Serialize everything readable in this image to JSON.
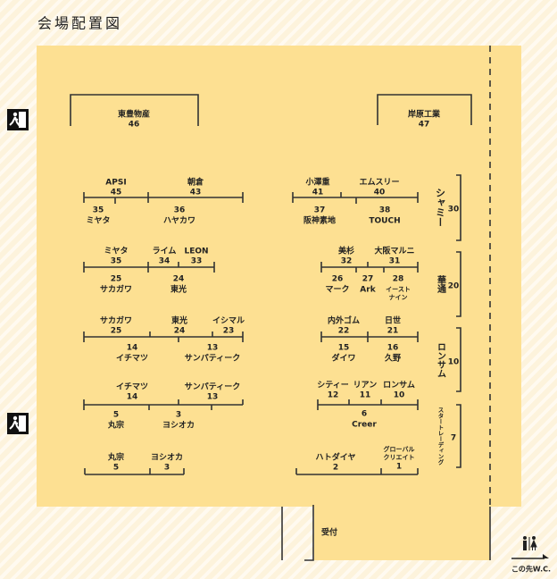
{
  "title": "会場配置図",
  "colors": {
    "hall": "#fde092",
    "line": "#333333",
    "background": "#fdf6e3"
  },
  "exits": [
    {
      "icon": "emergency-exit-icon"
    },
    {
      "icon": "emergency-exit-icon"
    }
  ],
  "booths": [
    {
      "name": "東豊物産",
      "num": "46"
    },
    {
      "name": "岸原工業",
      "num": "47"
    },
    {
      "name": "APSI",
      "num": "45"
    },
    {
      "name": "朝倉",
      "num": "43"
    },
    {
      "name": "ミヤタ",
      "num": "35"
    },
    {
      "name": "ハヤカワ",
      "num": "36"
    },
    {
      "name": "小澤重",
      "num": "41"
    },
    {
      "name": "エムスリー",
      "num": "40"
    },
    {
      "name": "阪神素地",
      "num": "37"
    },
    {
      "name": "TOUCH",
      "num": "38"
    },
    {
      "name": "ミヤタ",
      "num": "35"
    },
    {
      "name": "ライム",
      "num": "34"
    },
    {
      "name": "LEON",
      "num": "33"
    },
    {
      "name": "サカガワ",
      "num": "25"
    },
    {
      "name": "東光",
      "num": "24"
    },
    {
      "name": "美杉",
      "num": "32"
    },
    {
      "name": "大阪マルニ",
      "num": "31"
    },
    {
      "name": "マーク",
      "num": "26"
    },
    {
      "name": "Ark",
      "num": "27"
    },
    {
      "name": "イースト\nナイン",
      "num": "28"
    },
    {
      "name": "サカガワ",
      "num": "25"
    },
    {
      "name": "東光",
      "num": "24"
    },
    {
      "name": "イシマル",
      "num": "23"
    },
    {
      "name": "イチマツ",
      "num": "14"
    },
    {
      "name": "サンパティーク",
      "num": "13"
    },
    {
      "name": "内外ゴム",
      "num": "22"
    },
    {
      "name": "日世",
      "num": "21"
    },
    {
      "name": "ダイワ",
      "num": "15"
    },
    {
      "name": "久野",
      "num": "16"
    },
    {
      "name": "イチマツ",
      "num": "14"
    },
    {
      "name": "サンパティーク",
      "num": "13"
    },
    {
      "name": "丸宗",
      "num": "5"
    },
    {
      "name": "ヨシオカ",
      "num": "3"
    },
    {
      "name": "シティー",
      "num": "12"
    },
    {
      "name": "リアン",
      "num": "11"
    },
    {
      "name": "ロンサム",
      "num": "10"
    },
    {
      "name": "Creer",
      "num": "6"
    },
    {
      "name": "丸宗",
      "num": "5"
    },
    {
      "name": "ヨシオカ",
      "num": "3"
    },
    {
      "name": "ハトダイヤ",
      "num": "2"
    },
    {
      "name": "グローバル\nクリエイト",
      "num": "1"
    }
  ],
  "side_booths": [
    {
      "name": "シャミー",
      "num": "30"
    },
    {
      "name": "華通",
      "num": "20"
    },
    {
      "name": "ロンサム",
      "num": "10"
    },
    {
      "name": "スタートレーディング",
      "num": "7"
    }
  ],
  "reception": "受付",
  "restroom": {
    "icon": "restroom-icon",
    "label": "この先W.C."
  }
}
